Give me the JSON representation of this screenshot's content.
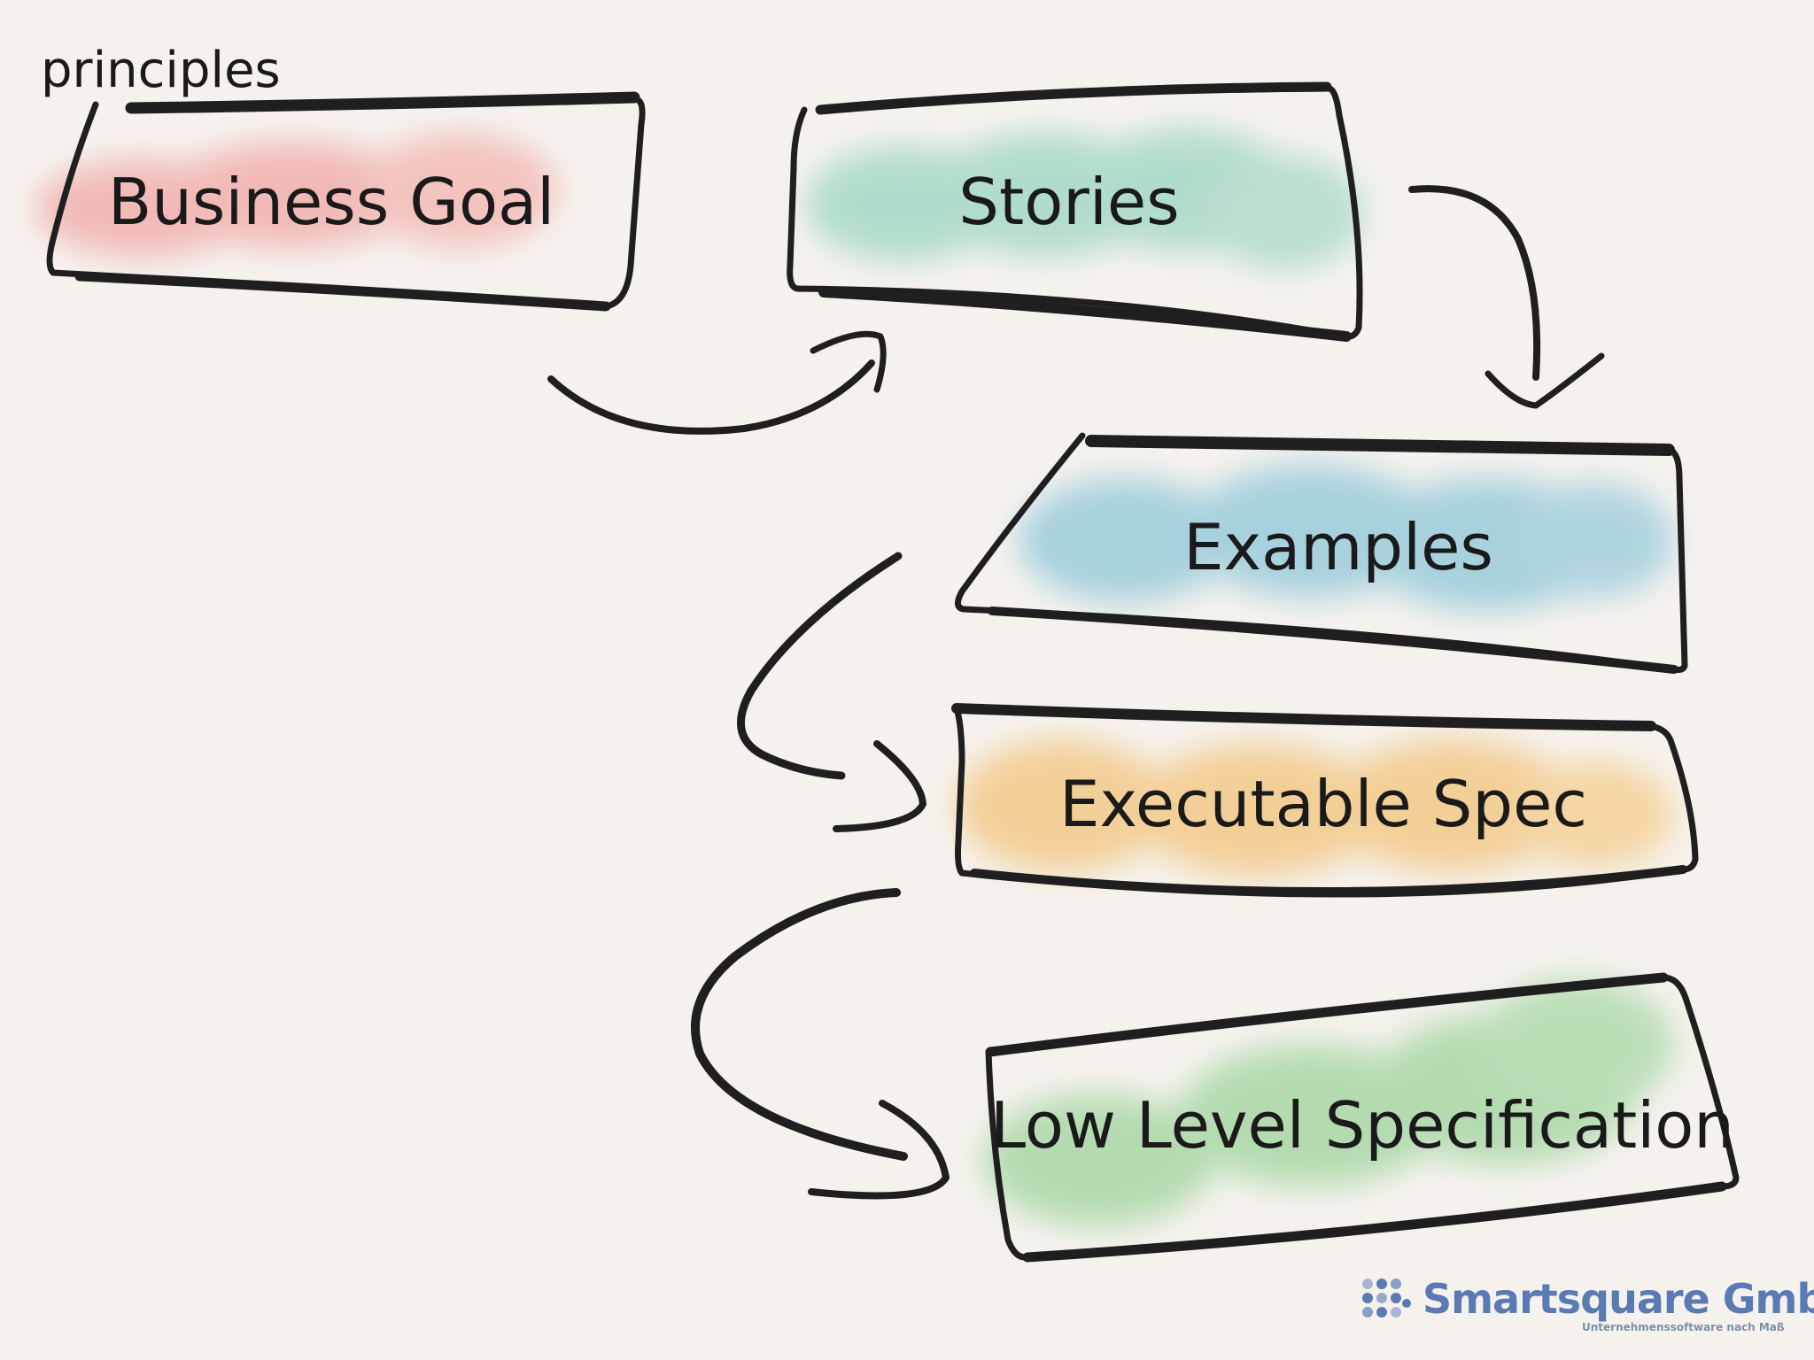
{
  "diagram": {
    "corner_label": "principles",
    "nodes": [
      {
        "id": "business-goal",
        "label": "Business Goal",
        "color": "#f0a3a0"
      },
      {
        "id": "stories",
        "label": "Stories",
        "color": "#9bd5c0"
      },
      {
        "id": "examples",
        "label": "Examples",
        "color": "#8ec6d8"
      },
      {
        "id": "executable-spec",
        "label": "Executable Spec",
        "color": "#f3c47c"
      },
      {
        "id": "low-level-spec",
        "label": "Low Level Specification",
        "color": "#99d296"
      }
    ],
    "edges": [
      {
        "from": "business-goal",
        "to": "stories"
      },
      {
        "from": "stories",
        "to": "examples"
      },
      {
        "from": "examples",
        "to": "executable-spec"
      },
      {
        "from": "executable-spec",
        "to": "low-level-spec"
      }
    ],
    "stroke_color": "#1f1f1f"
  },
  "logo": {
    "name": "Smartsquare GmbH",
    "tagline": "Unternehmenssoftware nach Maß",
    "color": "#5a7ab3"
  }
}
